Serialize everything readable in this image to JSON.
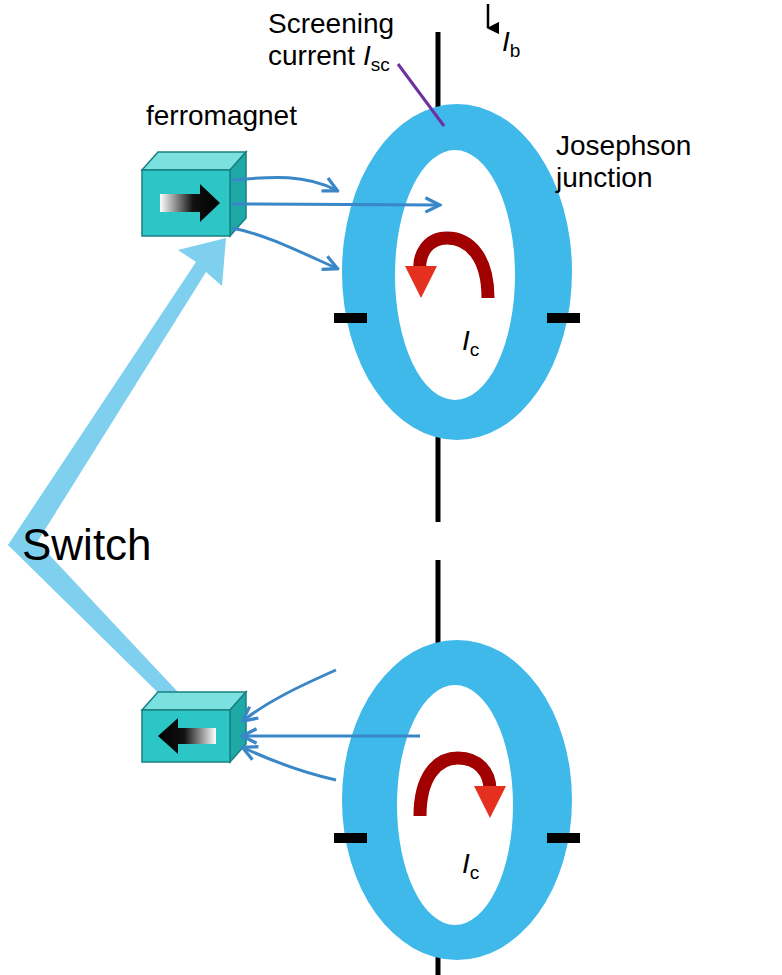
{
  "diagram": {
    "labels": [
      "Screening current Isc",
      "Ib",
      "ferromagnet",
      "Josephson junction",
      "Ic",
      "Switch",
      "Ic"
    ]
  }
}
